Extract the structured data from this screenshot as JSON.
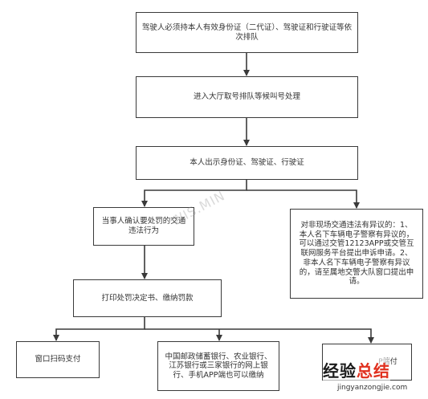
{
  "nodes": {
    "step1": "驾驶人必须持本人有效身份证（二代证）、驾驶证和行驶证等依次排队",
    "step2": "进入大厅取号排队等候叫号处理",
    "step3": "本人出示身份证、驾驶证、行驶证",
    "confirm": "当事人确认要处罚的交通违法行为",
    "objection": "对非现场交通违法有异议的：1、本人名下车辆电子警察有异议的，可以通过交管12123APP或交管互联网服务平台提出申诉申请。2、非本人名下车辆电子警察有异议的，请至属地交警大队窗口提出申请。",
    "print": "打印处罚决定书、缴纳罚款",
    "pay_window": "窗口扫码支付",
    "pay_bank": "中国邮政储蓄银行、农业银行、江苏银行或三家银行的网上银行、手机APP端也可以缴纳",
    "pay_app_suffix": "P端付"
  },
  "watermarks": {
    "faint": "WIS.MIN",
    "brand_part1": "经验",
    "brand_part2": "总结",
    "brand_url": "jingyanzongjie.com"
  },
  "colors": {
    "line": "#3a3a3a",
    "brand_red": "#e0301e"
  }
}
